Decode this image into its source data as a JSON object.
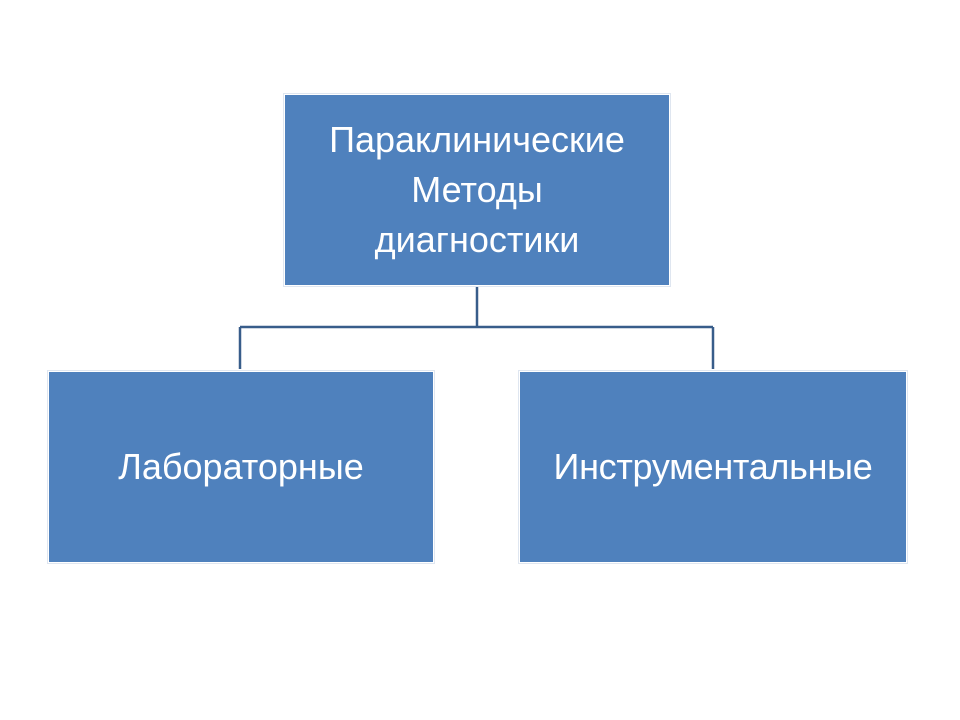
{
  "colors": {
    "box_fill": "#4f81bd",
    "box_text": "#ffffff",
    "connector": "#385d8a",
    "background": "#ffffff"
  },
  "diagram": {
    "type": "hierarchy",
    "root": {
      "label": "Параклинические\nМетоды\nдиагностики"
    },
    "children": [
      {
        "label": "Лабораторные"
      },
      {
        "label": "Инструментальные"
      }
    ]
  }
}
